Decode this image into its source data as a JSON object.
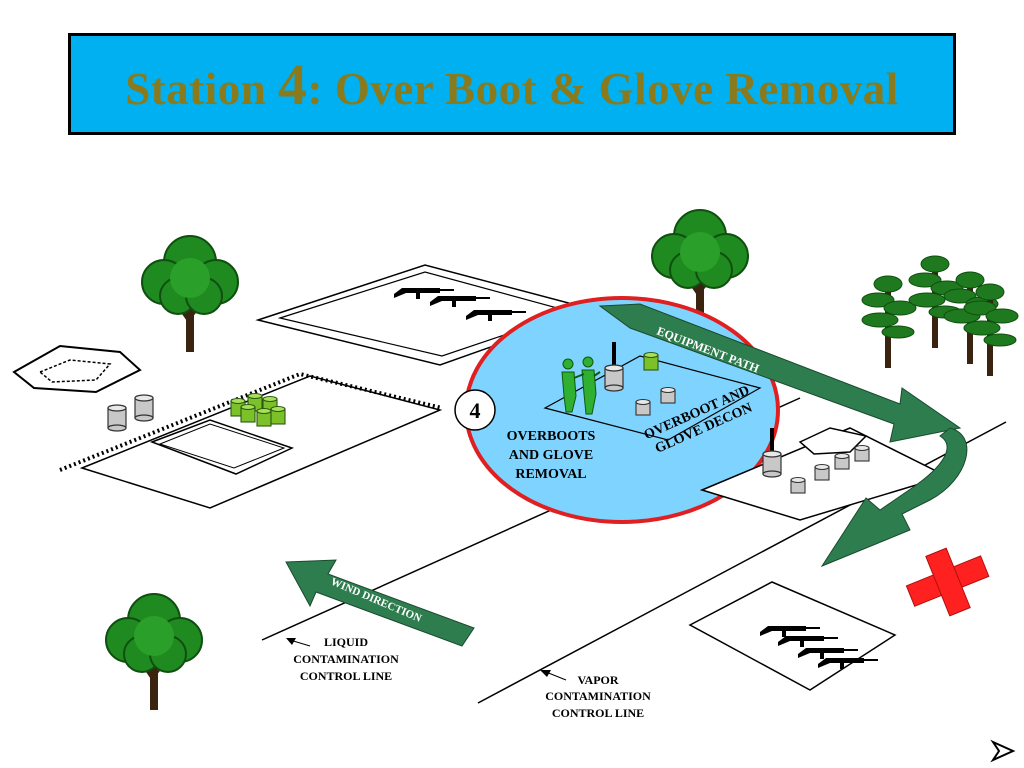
{
  "title": {
    "prefix": "Station ",
    "number": "4",
    "suffix": ": Over Boot & Glove Removal",
    "color": "#8a7a1e",
    "background": "#00b0f0"
  },
  "station": {
    "number": "4",
    "label_lines": [
      "OVERBOOTS",
      "AND GLOVE",
      "REMOVAL"
    ],
    "decon_lines": [
      "OVERBOOT AND",
      "GLOVE DECON"
    ],
    "zone_fill": "#7fd3ff",
    "zone_stroke": "#e02020"
  },
  "paths": {
    "equipment": "EQUIPMENT PATH",
    "wind": "WIND DIRECTION",
    "arrow_color": "#2e7d4f"
  },
  "lines": {
    "liquid": [
      "LIQUID",
      "CONTAMINATION",
      "CONTROL LINE"
    ],
    "vapor": [
      "VAPOR",
      "CONTAMINATION",
      "CONTROL LINE"
    ]
  },
  "icons": {
    "tree": "deciduous-tree-icon",
    "pine": "pine-tree-icon",
    "rifle": "rifle-icon",
    "can": "trash-can-icon",
    "cross": "red-cross-icon",
    "next": "next-slide-arrow-icon"
  },
  "colors": {
    "tree": "#1f8a1f",
    "trunk": "#3a2410",
    "cross": "#ff2020",
    "can_fill": "#c8c8c8",
    "green_can": "#7cc12a"
  }
}
